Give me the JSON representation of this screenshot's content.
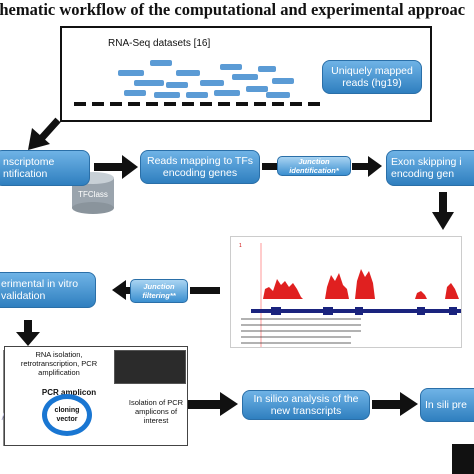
{
  "title": "chematic workflow of the computational and experimental approac",
  "top": {
    "rna_label": "RNA-Seq datasets [16]",
    "uniquely_mapped": "Uniquely mapped reads (hg19)"
  },
  "boxes": {
    "transcriptome": "nscriptome ntification",
    "reads_mapping": "Reads mapping to TFs encoding genes",
    "exon_skipping": "Exon skipping i encoding gen",
    "experimental": "erimental in vitro validation",
    "in_silico_analysis": "In silico analysis of the new transcripts",
    "in_silico_pred": "In sili pre"
  },
  "pills": {
    "junction_identification": "Junction identification*",
    "junction_filtering": "Junction filtering**"
  },
  "db_label": "TFClass",
  "protocol": {
    "rna_isolation": "RNA isolation, retrotranscription, PCR amplification",
    "isolation_pcr": "Isolation of PCR amplicons of interest",
    "pcr_amplicon": "PCR amplicon",
    "cloning_vector": "cloning vector"
  },
  "colors": {
    "box_top": "#6fb3e6",
    "box_bottom": "#2f7fbf",
    "read_blue": "#5b9bd5",
    "coverage_red": "#e02020",
    "arrow": "#111111"
  }
}
